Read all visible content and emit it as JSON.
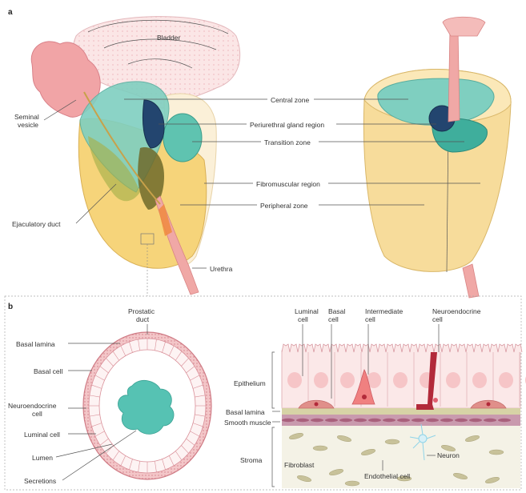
{
  "panel_a": {
    "letter": "a",
    "labels": {
      "bladder": "Bladder",
      "seminal_vesicle_1": "Seminal",
      "seminal_vesicle_2": "vesicle",
      "central_zone": "Central zone",
      "periurethral": "Periurethral gland region",
      "transition_zone": "Transition zone",
      "fibromuscular": "Fibromuscular region",
      "peripheral_zone": "Peripheral zone",
      "ejaculatory_duct": "Ejaculatory duct",
      "urethra": "Urethra"
    }
  },
  "panel_b": {
    "letter": "b",
    "labels": {
      "prostatic_duct_1": "Prostatic",
      "prostatic_duct_2": "duct",
      "basal_lamina": "Basal lamina",
      "basal_cell": "Basal cell",
      "neuroendocrine_1": "Neuroendocrine",
      "neuroendocrine_2": "cell",
      "luminal_cell": "Luminal cell",
      "lumen": "Lumen",
      "secretions": "Secretions",
      "top_luminal_1": "Luminal",
      "top_luminal_2": "cell",
      "top_basal_1": "Basal",
      "top_basal_2": "cell",
      "top_intermediate_1": "Intermediate",
      "top_intermediate_2": "cell",
      "top_neuro_1": "Neuroendocrine",
      "top_neuro_2": "cell",
      "epithelium": "Epithelium",
      "basal_lamina_right": "Basal lamina",
      "smooth_muscle": "Smooth muscle",
      "stroma": "Stroma",
      "fibroblast": "Fibroblast",
      "neuron": "Neuron",
      "endothelial": "Endothelial cell"
    }
  }
}
